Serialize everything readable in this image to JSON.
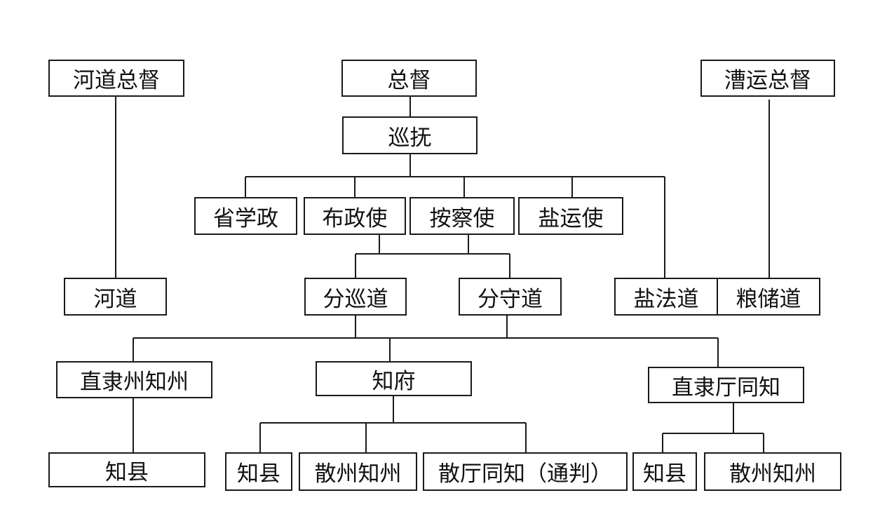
{
  "diagram": {
    "title": "",
    "colors": {
      "line": "#1a1a1a",
      "box_border": "#1a1a1a",
      "text": "#111111",
      "background": "#ffffff"
    },
    "nodes": {
      "hedao_zongdu": "河道总督",
      "zongdu": "总督",
      "caoyun_zongdu": "漕运总督",
      "xunfu": "巡抚",
      "shengxuezheng": "省学政",
      "buzhengshi": "布政使",
      "anchashi": "按察使",
      "yanyunshi": "盐运使",
      "hedao": "河道",
      "fenxundao": "分巡道",
      "fenshoudao": "分守道",
      "yanfadao": "盐法道",
      "liangchudao": "粮储道",
      "zhilizhou_zhizhou": "直隶州知州",
      "zhifu": "知府",
      "zhiliting_tongzhi": "直隶厅同知",
      "zhixian_a": "知县",
      "zhixian_b": "知县",
      "sanzhou_zhizhou_a": "散州知州",
      "santing_tongzhi": "散厅同知（通判）",
      "zhixian_c": "知县",
      "sanzhou_zhizhou_b": "散州知州"
    },
    "edges": [
      [
        "hedao_zongdu",
        "hedao"
      ],
      [
        "zongdu",
        "xunfu"
      ],
      [
        "caoyun_zongdu",
        "liangchudao"
      ],
      [
        "xunfu",
        "shengxuezheng"
      ],
      [
        "xunfu",
        "buzhengshi"
      ],
      [
        "xunfu",
        "anchashi"
      ],
      [
        "xunfu",
        "yanyunshi"
      ],
      [
        "xunfu",
        "yanfadao"
      ],
      [
        "buzhengshi",
        "fenxundao"
      ],
      [
        "anchashi",
        "fenshoudao"
      ],
      [
        "fenxundao",
        "zhilizhou_zhizhou"
      ],
      [
        "fenxundao",
        "zhifu"
      ],
      [
        "fenshoudao",
        "zhiliting_tongzhi"
      ],
      [
        "zhilizhou_zhizhou",
        "zhixian_a"
      ],
      [
        "zhifu",
        "zhixian_b"
      ],
      [
        "zhifu",
        "sanzhou_zhizhou_a"
      ],
      [
        "zhifu",
        "santing_tongzhi"
      ],
      [
        "zhiliting_tongzhi",
        "zhixian_c"
      ],
      [
        "zhiliting_tongzhi",
        "sanzhou_zhizhou_b"
      ]
    ]
  }
}
